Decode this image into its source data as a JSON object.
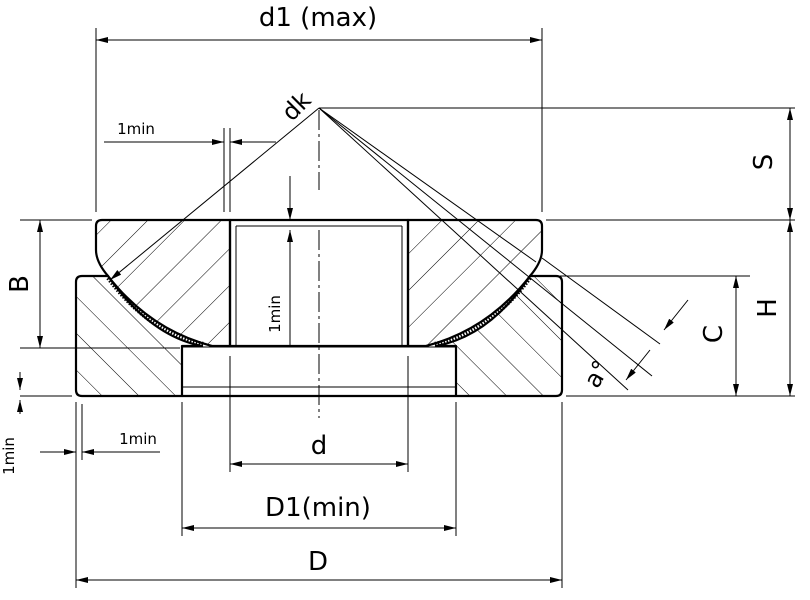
{
  "labels": {
    "d1_max": "d1 (max)",
    "dk": "dk",
    "s": "S",
    "b": "B",
    "h": "H",
    "c": "C",
    "alpha": "a°",
    "d": "d",
    "d1_min": "D1(min)",
    "d_outer": "D",
    "one_min_top": "1min",
    "one_min_bore": "1min",
    "one_min_bottom": "1min",
    "one_min_left": "1min"
  }
}
